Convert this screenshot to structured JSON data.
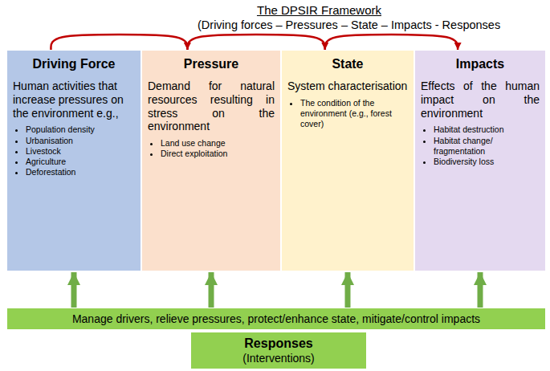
{
  "diagram": {
    "title": "The DPSIR Framework",
    "nodes": [
      {
        "text": [
          "Driving Force",
          "Human activities that increase pressures on the environment e.g.,",
          "Population density",
          "Urbanisation",
          "Livestock",
          "Agriculture",
          "Deforestation"
        ]
      },
      {
        "text": [
          "Pressure",
          "Demand for natural resources resulting in stress on the environment",
          "Land use change",
          "Direct exploitation"
        ]
      },
      {
        "text": [
          "State",
          "System characterisation",
          "The condition of the environment (e.g., forest cover)"
        ]
      },
      {
        "text": [
          "Impacts",
          "Effects of the human impact on the environment",
          "Habitat destruction",
          "Habitat change/ fragmentation",
          "Biodiversity loss"
        ]
      },
      {
        "text": [
          "Manage drivers, relieve pressures, protect/enhance state, mitigate/control impacts"
        ]
      },
      {
        "text": [
          "Responses",
          "(Interventions)"
        ]
      }
    ],
    "edges": [
      {
        "from": 0,
        "to": 1,
        "arrow": "to"
      },
      {
        "from": 1,
        "to": 2,
        "arrow": "to"
      },
      {
        "from": 2,
        "to": 3,
        "arrow": "to"
      },
      {
        "from": 4,
        "to": 0,
        "arrow": "to"
      },
      {
        "from": 4,
        "to": 1,
        "arrow": "to"
      },
      {
        "from": 4,
        "to": 2,
        "arrow": "to"
      },
      {
        "from": 4,
        "to": 3,
        "arrow": "to"
      }
    ],
    "labels": [
      "(Driving forces – Pressures – State – Impacts - Responses"
    ]
  }
}
